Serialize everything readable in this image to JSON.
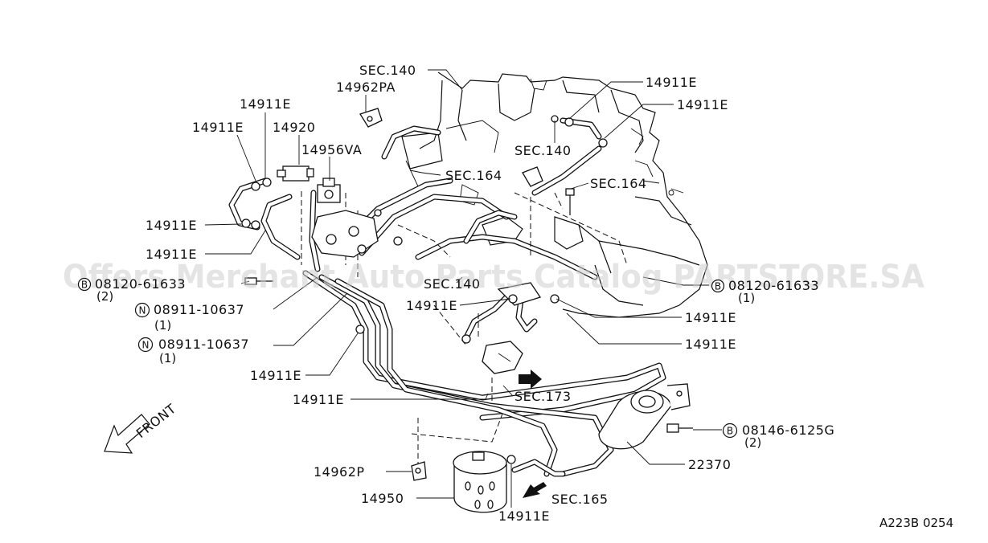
{
  "labels": {
    "sec140_top": "SEC.140",
    "p14962pa": "14962PA",
    "p14911e_a": "14911E",
    "p14911e_b": "14911E",
    "p14920": "14920",
    "p14956va": "14956VA",
    "p14911e_c": "14911E",
    "p14911e_d": "14911E",
    "sec140_right": "SEC.140",
    "sec164_mid": "SEC.164",
    "sec164_right": "SEC.164",
    "p14911e_left1": "14911E",
    "p14911e_left2": "14911E",
    "bolt_left": "08120-61633",
    "bolt_left_qty": "(2)",
    "nut1": "08911-10637",
    "nut1_qty": "(1)",
    "nut2": "08911-10637",
    "nut2_qty": "(1)",
    "sec140_center": "SEC.140",
    "p14911e_center": "14911E",
    "bolt_right": "08120-61633",
    "bolt_right_qty": "(1)",
    "p14911e_right1": "14911E",
    "p14911e_right2": "14911E",
    "p14911e_lower_left": "14911E",
    "p14911e_lower": "14911E",
    "sec173": "SEC.173",
    "bolt_bottom": "08146-6125G",
    "bolt_bottom_qty": "(2)",
    "p22370": "22370",
    "p14962p": "14962P",
    "p14950": "14950",
    "sec165": "SEC.165",
    "p14911e_bottom": "14911E",
    "front": "FRONT",
    "diagram_code": "A223B 0254"
  },
  "markers": {
    "bolt": "B",
    "nut": "N"
  },
  "watermark": "Offers Merchant Auto Parts Catalog PARTSTORE.SA",
  "colors": {
    "line": "#111111",
    "background": "#ffffff",
    "watermark": "#cfcfcf"
  }
}
